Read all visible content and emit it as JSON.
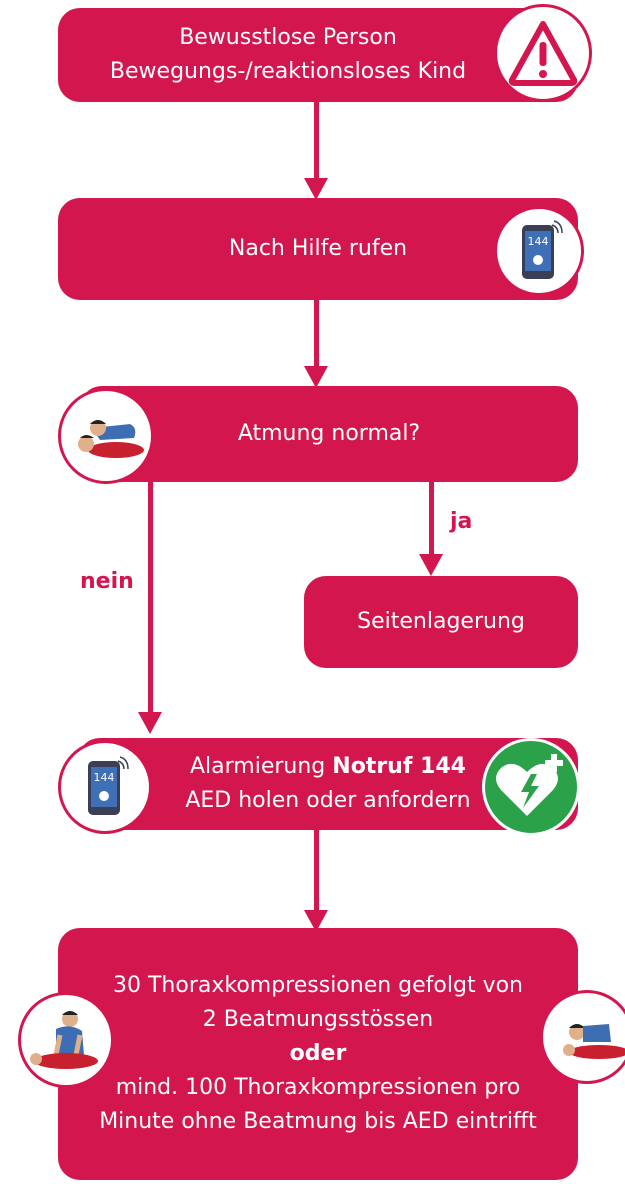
{
  "step1": {
    "line1": "Bewusstlose Person",
    "line2": "Bewegungs-/reaktionsloses Kind"
  },
  "step2": {
    "text": "Nach Hilfe rufen",
    "phone_number": "144"
  },
  "step3": {
    "text": "Atmung normal?"
  },
  "branch": {
    "yes": "ja",
    "no": "nein"
  },
  "step4": {
    "text": "Seitenlagerung"
  },
  "step5": {
    "prefix": "Alarmierung ",
    "bold": "Notruf 144",
    "line2": "AED holen oder anfordern",
    "phone_number": "144"
  },
  "step6": {
    "line1": "30 Thoraxkompressionen gefolgt von",
    "line2": "2 Beatmungsstössen",
    "or": "oder",
    "line3": "mind. 100 Thoraxkompressionen pro",
    "line4": "Minute ohne Beatmung bis AED eintrifft"
  },
  "icons": {
    "warning": "warning-triangle-icon",
    "phone": "phone-144-icon",
    "breathing_check": "breathing-check-icon",
    "aed": "aed-heart-icon",
    "cpr": "cpr-compression-icon",
    "rescue_breath": "rescue-breath-icon"
  },
  "colors": {
    "primary": "#d3164e",
    "aed_green": "#2ba24a",
    "text_on_primary": "#ffffff"
  }
}
